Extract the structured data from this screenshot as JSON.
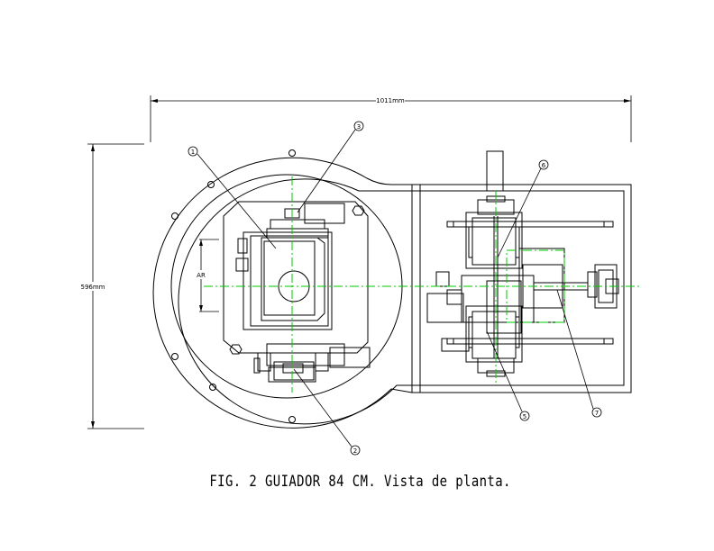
{
  "figure": {
    "caption": "FIG. 2 GUIADOR 84 CM. Vista de planta.",
    "dimensions": {
      "width": "1011mm",
      "height": "596mm",
      "ar": "AR"
    },
    "callouts": [
      "1",
      "2",
      "3",
      "5",
      "6",
      "7"
    ],
    "colors": {
      "lines": "#000000",
      "center_lines": "#00c800",
      "background": "#ffffff"
    }
  }
}
